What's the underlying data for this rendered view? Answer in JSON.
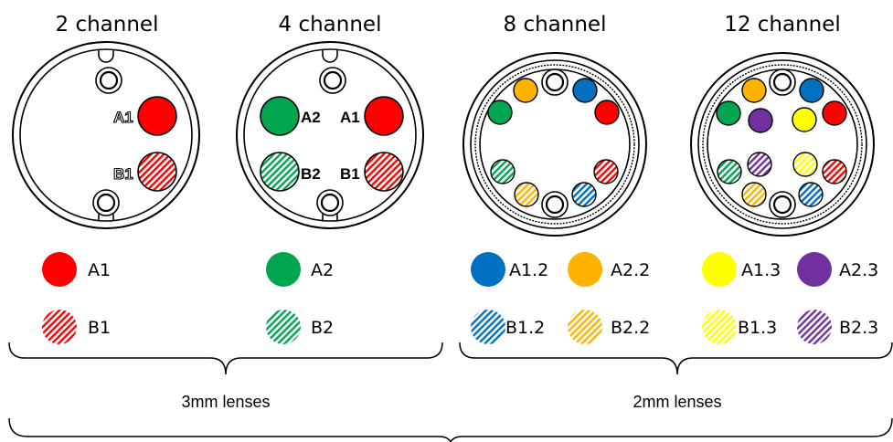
{
  "titles": [
    "2 channel",
    "4 channel",
    "8 channel",
    "12 channel"
  ],
  "connector_labels": [
    "A1",
    "B1",
    "A2",
    "A1",
    "B2",
    "B1"
  ],
  "legend": {
    "a1": "A1",
    "b1": "B1",
    "a2": "A2",
    "b2": "B2",
    "a12": "A1.2",
    "a22": "A2.2",
    "b12": "B1.2",
    "b22": "B2.2",
    "a13": "A1.3",
    "a23": "A2.3",
    "b13": "B1.3",
    "b23": "B2.3"
  },
  "notes": {
    "left": "3mm lenses",
    "right": "2mm lenses"
  },
  "colors": {
    "red": "#ff0000",
    "green": "#00a550",
    "blue": "#0070c0",
    "orange": "#ffb300",
    "yellow": "#ffff00",
    "purple": "#7030a0"
  },
  "dots": [
    [
      "red",
      "solid"
    ],
    [
      "red",
      "hatch"
    ],
    [
      "green",
      "solid"
    ],
    [
      "red",
      "solid"
    ],
    [
      "green",
      "hatch"
    ],
    [
      "red",
      "hatch"
    ],
    [
      "green",
      "solid"
    ],
    [
      "orange",
      "solid"
    ],
    [
      "blue",
      "solid"
    ],
    [
      "red",
      "solid"
    ],
    [
      "green",
      "hatch"
    ],
    [
      "orange",
      "hatch"
    ],
    [
      "blue",
      "hatch"
    ],
    [
      "red",
      "hatch"
    ],
    [
      "green",
      "solid"
    ],
    [
      "orange",
      "solid"
    ],
    [
      "purple",
      "solid"
    ],
    [
      "blue",
      "solid"
    ],
    [
      "yellow",
      "solid"
    ],
    [
      "red",
      "solid"
    ],
    [
      "green",
      "hatch"
    ],
    [
      "purple",
      "hatch"
    ],
    [
      "orange",
      "hatch"
    ],
    [
      "yellow",
      "hatch"
    ],
    [
      "blue",
      "hatch"
    ],
    [
      "red",
      "hatch"
    ],
    [
      "red",
      "solid"
    ],
    [
      "red",
      "hatch"
    ],
    [
      "green",
      "solid"
    ],
    [
      "green",
      "hatch"
    ],
    [
      "blue",
      "solid"
    ],
    [
      "orange",
      "solid"
    ],
    [
      "blue",
      "hatch"
    ],
    [
      "orange",
      "hatch"
    ],
    [
      "yellow",
      "solid"
    ],
    [
      "purple",
      "solid"
    ],
    [
      "yellow",
      "hatch"
    ],
    [
      "purple",
      "hatch"
    ]
  ]
}
